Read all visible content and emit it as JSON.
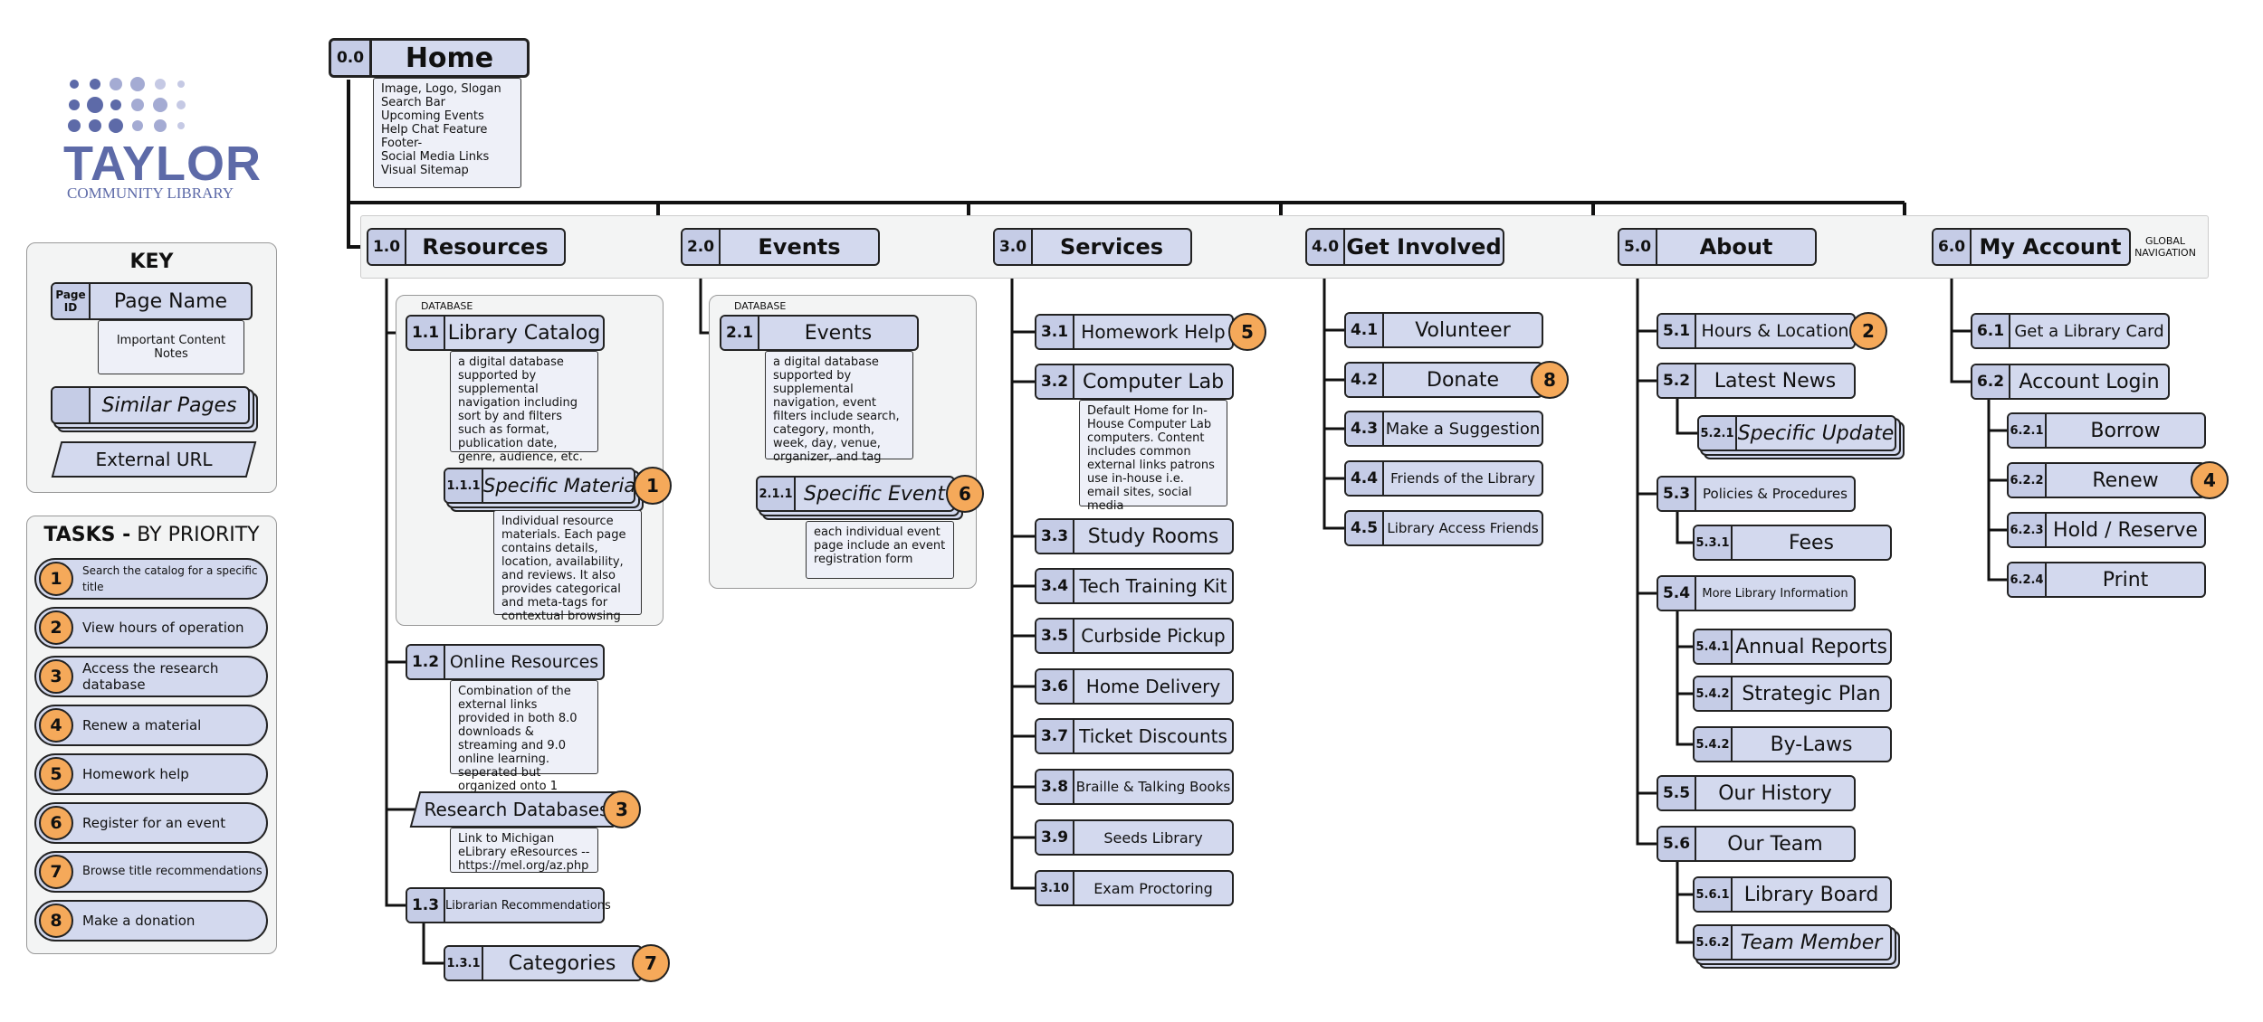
{
  "logo": {
    "name": "TAYLOR",
    "sub": "COMMUNITY LIBRARY"
  },
  "key": {
    "title": "KEY",
    "page_id": "Page ID",
    "page_name": "Page Name",
    "content_notes": "Important Content Notes",
    "similar_pages": "Similar Pages",
    "external_url": "External URL"
  },
  "tasks": {
    "title_bold": "TASKS -",
    "title_rest": " BY PRIORITY",
    "items": [
      {
        "n": "1",
        "label": "Search the catalog for a specific title"
      },
      {
        "n": "2",
        "label": "View hours of operation"
      },
      {
        "n": "3",
        "label": "Access the research database"
      },
      {
        "n": "4",
        "label": "Renew a material"
      },
      {
        "n": "5",
        "label": "Homework help"
      },
      {
        "n": "6",
        "label": "Register for an event"
      },
      {
        "n": "7",
        "label": "Browse title recommendations"
      },
      {
        "n": "8",
        "label": "Make a donation"
      }
    ]
  },
  "home": {
    "id": "0.0",
    "name": "Home",
    "notes": "Image, Logo, Slogan\nSearch Bar\nUpcoming Events\nHelp Chat Feature\nFooter-\nSocial Media Links\nVisual Sitemap"
  },
  "global_nav_label": "GLOBAL\nNAVIGATION",
  "database_tag": "DATABASE",
  "sections": {
    "resources": {
      "id": "1.0",
      "name": "Resources",
      "catalog": {
        "id": "1.1",
        "name": "Library Catalog",
        "notes": "a digital database supported by supplemental navigation including sort by and filters such as format, publication date, genre, audience, etc."
      },
      "specific_material": {
        "id": "1.1.1",
        "name": "Specific Material",
        "task": "1",
        "notes": "Individual resource materials. Each page contains details, location, availability, and reviews. It also provides categorical and meta-tags for contextual browsing"
      },
      "online": {
        "id": "1.2",
        "name": "Online Resources",
        "notes": "Combination of the external links provided in both 8.0 downloads & streaming and 9.0 online learning. seperated but organized onto 1 page"
      },
      "research_db": {
        "name": "Research Databases",
        "task": "3",
        "notes": "Link to Michigan eLibrary eResources -- https://mel.org/az.php"
      },
      "recommendations": {
        "id": "1.3",
        "name": "Librarian Recommendations"
      },
      "categories": {
        "id": "1.3.1",
        "name": "Categories",
        "task": "7"
      }
    },
    "events": {
      "id": "2.0",
      "name": "Events",
      "events": {
        "id": "2.1",
        "name": "Events",
        "notes": "a digital database supported by supplemental navigation, event filters include search, category, month, week, day, venue, organizer, and tag"
      },
      "specific_event": {
        "id": "2.1.1",
        "name": "Specific Event",
        "task": "6",
        "notes": "each individual event page include an event registration form"
      }
    },
    "services": {
      "id": "3.0",
      "name": "Services",
      "items": [
        {
          "id": "3.1",
          "name": "Homework Help",
          "task": "5"
        },
        {
          "id": "3.2",
          "name": "Computer Lab",
          "notes": "Default Home for In-House Computer Lab computers. Content includes common external links patrons use in-house i.e. email sites, social media"
        },
        {
          "id": "3.3",
          "name": "Study Rooms"
        },
        {
          "id": "3.4",
          "name": "Tech Training Kit"
        },
        {
          "id": "3.5",
          "name": "Curbside Pickup"
        },
        {
          "id": "3.6",
          "name": "Home Delivery"
        },
        {
          "id": "3.7",
          "name": "Ticket Discounts"
        },
        {
          "id": "3.8",
          "name": "Braille & Talking Books"
        },
        {
          "id": "3.9",
          "name": "Seeds Library"
        },
        {
          "id": "3.10",
          "name": "Exam Proctoring"
        }
      ]
    },
    "get_involved": {
      "id": "4.0",
      "name": "Get Involved",
      "items": [
        {
          "id": "4.1",
          "name": "Volunteer"
        },
        {
          "id": "4.2",
          "name": "Donate",
          "task": "8"
        },
        {
          "id": "4.3",
          "name": "Make a Suggestion"
        },
        {
          "id": "4.4",
          "name": "Friends of the Library"
        },
        {
          "id": "4.5",
          "name": "Library Access Friends"
        }
      ]
    },
    "about": {
      "id": "5.0",
      "name": "About",
      "items": [
        {
          "id": "5.1",
          "name": "Hours & Location",
          "task": "2"
        },
        {
          "id": "5.2",
          "name": "Latest News"
        },
        {
          "id": "5.2.1",
          "name": "Specific Update"
        },
        {
          "id": "5.3",
          "name": "Policies & Procedures"
        },
        {
          "id": "5.3.1",
          "name": "Fees"
        },
        {
          "id": "5.4",
          "name": "More Library Information"
        },
        {
          "id": "5.4.1",
          "name": "Annual Reports"
        },
        {
          "id": "5.4.2",
          "name": "Strategic Plan"
        },
        {
          "id": "5.4.2",
          "name": "By-Laws"
        },
        {
          "id": "5.5",
          "name": "Our History"
        },
        {
          "id": "5.6",
          "name": "Our Team"
        },
        {
          "id": "5.6.1",
          "name": "Library Board"
        },
        {
          "id": "5.6.2",
          "name": "Team Member"
        }
      ]
    },
    "account": {
      "id": "6.0",
      "name": "My Account",
      "items": [
        {
          "id": "6.1",
          "name": "Get a Library Card"
        },
        {
          "id": "6.2",
          "name": "Account Login"
        },
        {
          "id": "6.2.1",
          "name": "Borrow"
        },
        {
          "id": "6.2.2",
          "name": "Renew",
          "task": "4"
        },
        {
          "id": "6.2.3",
          "name": "Hold / Reserve"
        },
        {
          "id": "6.2.4",
          "name": "Print"
        }
      ]
    }
  }
}
